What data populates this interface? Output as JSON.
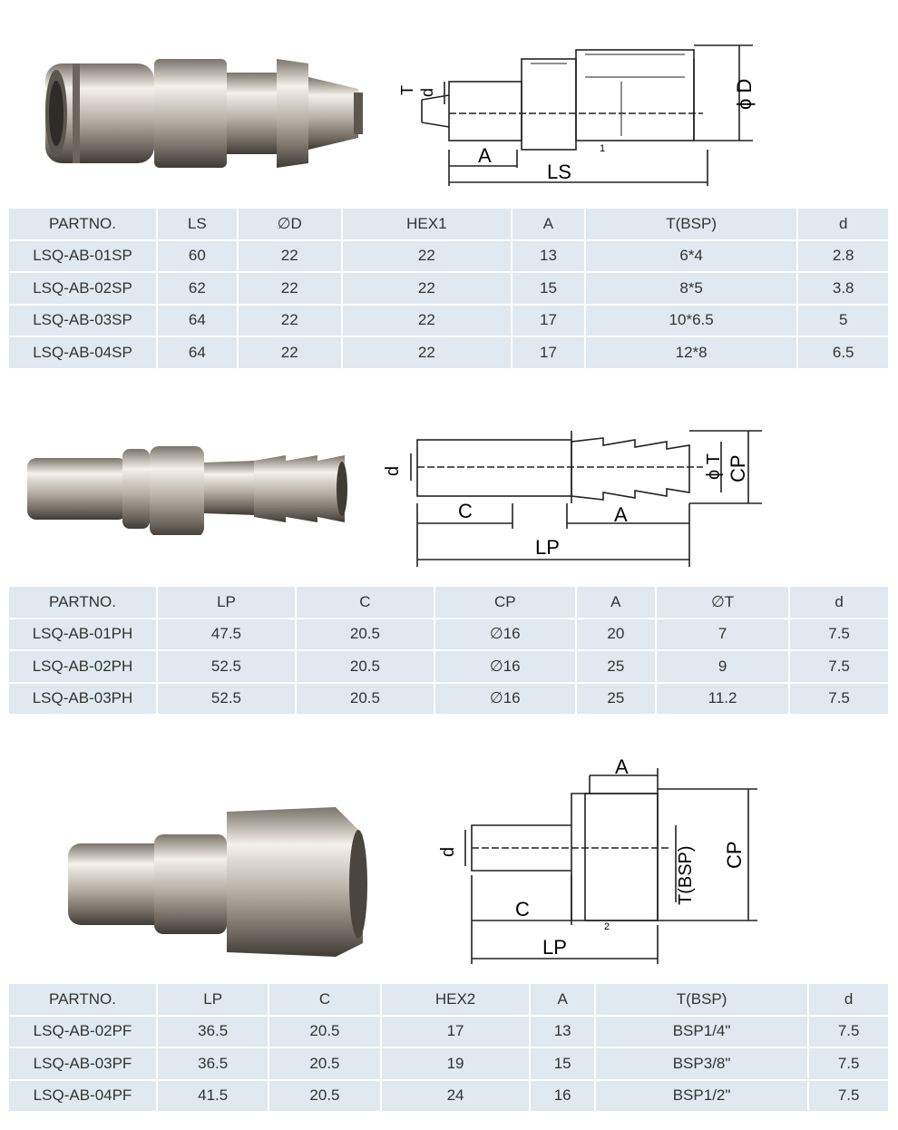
{
  "sections": [
    {
      "id": "sp",
      "drawing_labels": {
        "T": "T",
        "d": "d",
        "D": "ϕ D",
        "A": "A",
        "LS": "LS",
        "ref": "1"
      },
      "table": {
        "headers": [
          "PARTNO.",
          "LS",
          "∅D",
          "HEX1",
          "A",
          "T(BSP)",
          "d"
        ],
        "rows": [
          [
            "LSQ-AB-01SP",
            "60",
            "22",
            "22",
            "13",
            "6*4",
            "2.8"
          ],
          [
            "LSQ-AB-02SP",
            "62",
            "22",
            "22",
            "15",
            "8*5",
            "3.8"
          ],
          [
            "LSQ-AB-03SP",
            "64",
            "22",
            "22",
            "17",
            "10*6.5",
            "5"
          ],
          [
            "LSQ-AB-04SP",
            "64",
            "22",
            "22",
            "17",
            "12*8",
            "6.5"
          ]
        ]
      }
    },
    {
      "id": "ph",
      "drawing_labels": {
        "d": "d",
        "T": "ϕ T",
        "CP": "CP",
        "C": "C",
        "A": "A",
        "LP": "LP"
      },
      "table": {
        "headers": [
          "PARTNO.",
          "LP",
          "C",
          "CP",
          "A",
          "∅T",
          "d"
        ],
        "rows": [
          [
            "LSQ-AB-01PH",
            "47.5",
            "20.5",
            "∅16",
            "20",
            "7",
            "7.5"
          ],
          [
            "LSQ-AB-02PH",
            "52.5",
            "20.5",
            "∅16",
            "25",
            "9",
            "7.5"
          ],
          [
            "LSQ-AB-03PH",
            "52.5",
            "20.5",
            "∅16",
            "25",
            "11.2",
            "7.5"
          ]
        ]
      }
    },
    {
      "id": "pf",
      "drawing_labels": {
        "A": "A",
        "d": "d",
        "T": "T(BSP)",
        "CP": "CP",
        "C": "C",
        "LP": "LP",
        "ref": "2"
      },
      "table": {
        "headers": [
          "PARTNO.",
          "LP",
          "C",
          "HEX2",
          "A",
          "T(BSP)",
          "d"
        ],
        "rows": [
          [
            "LSQ-AB-02PF",
            "36.5",
            "20.5",
            "17",
            "13",
            "BSP1/4\"",
            "7.5"
          ],
          [
            "LSQ-AB-03PF",
            "36.5",
            "20.5",
            "19",
            "15",
            "BSP3/8\"",
            "7.5"
          ],
          [
            "LSQ-AB-04PF",
            "41.5",
            "20.5",
            "24",
            "16",
            "BSP1/2\"",
            "7.5"
          ]
        ]
      }
    }
  ],
  "colors": {
    "table_cell": "#dfe9ef",
    "metal_light": "#e8e4dc",
    "metal_dark": "#8a8378",
    "line": "#222222"
  }
}
